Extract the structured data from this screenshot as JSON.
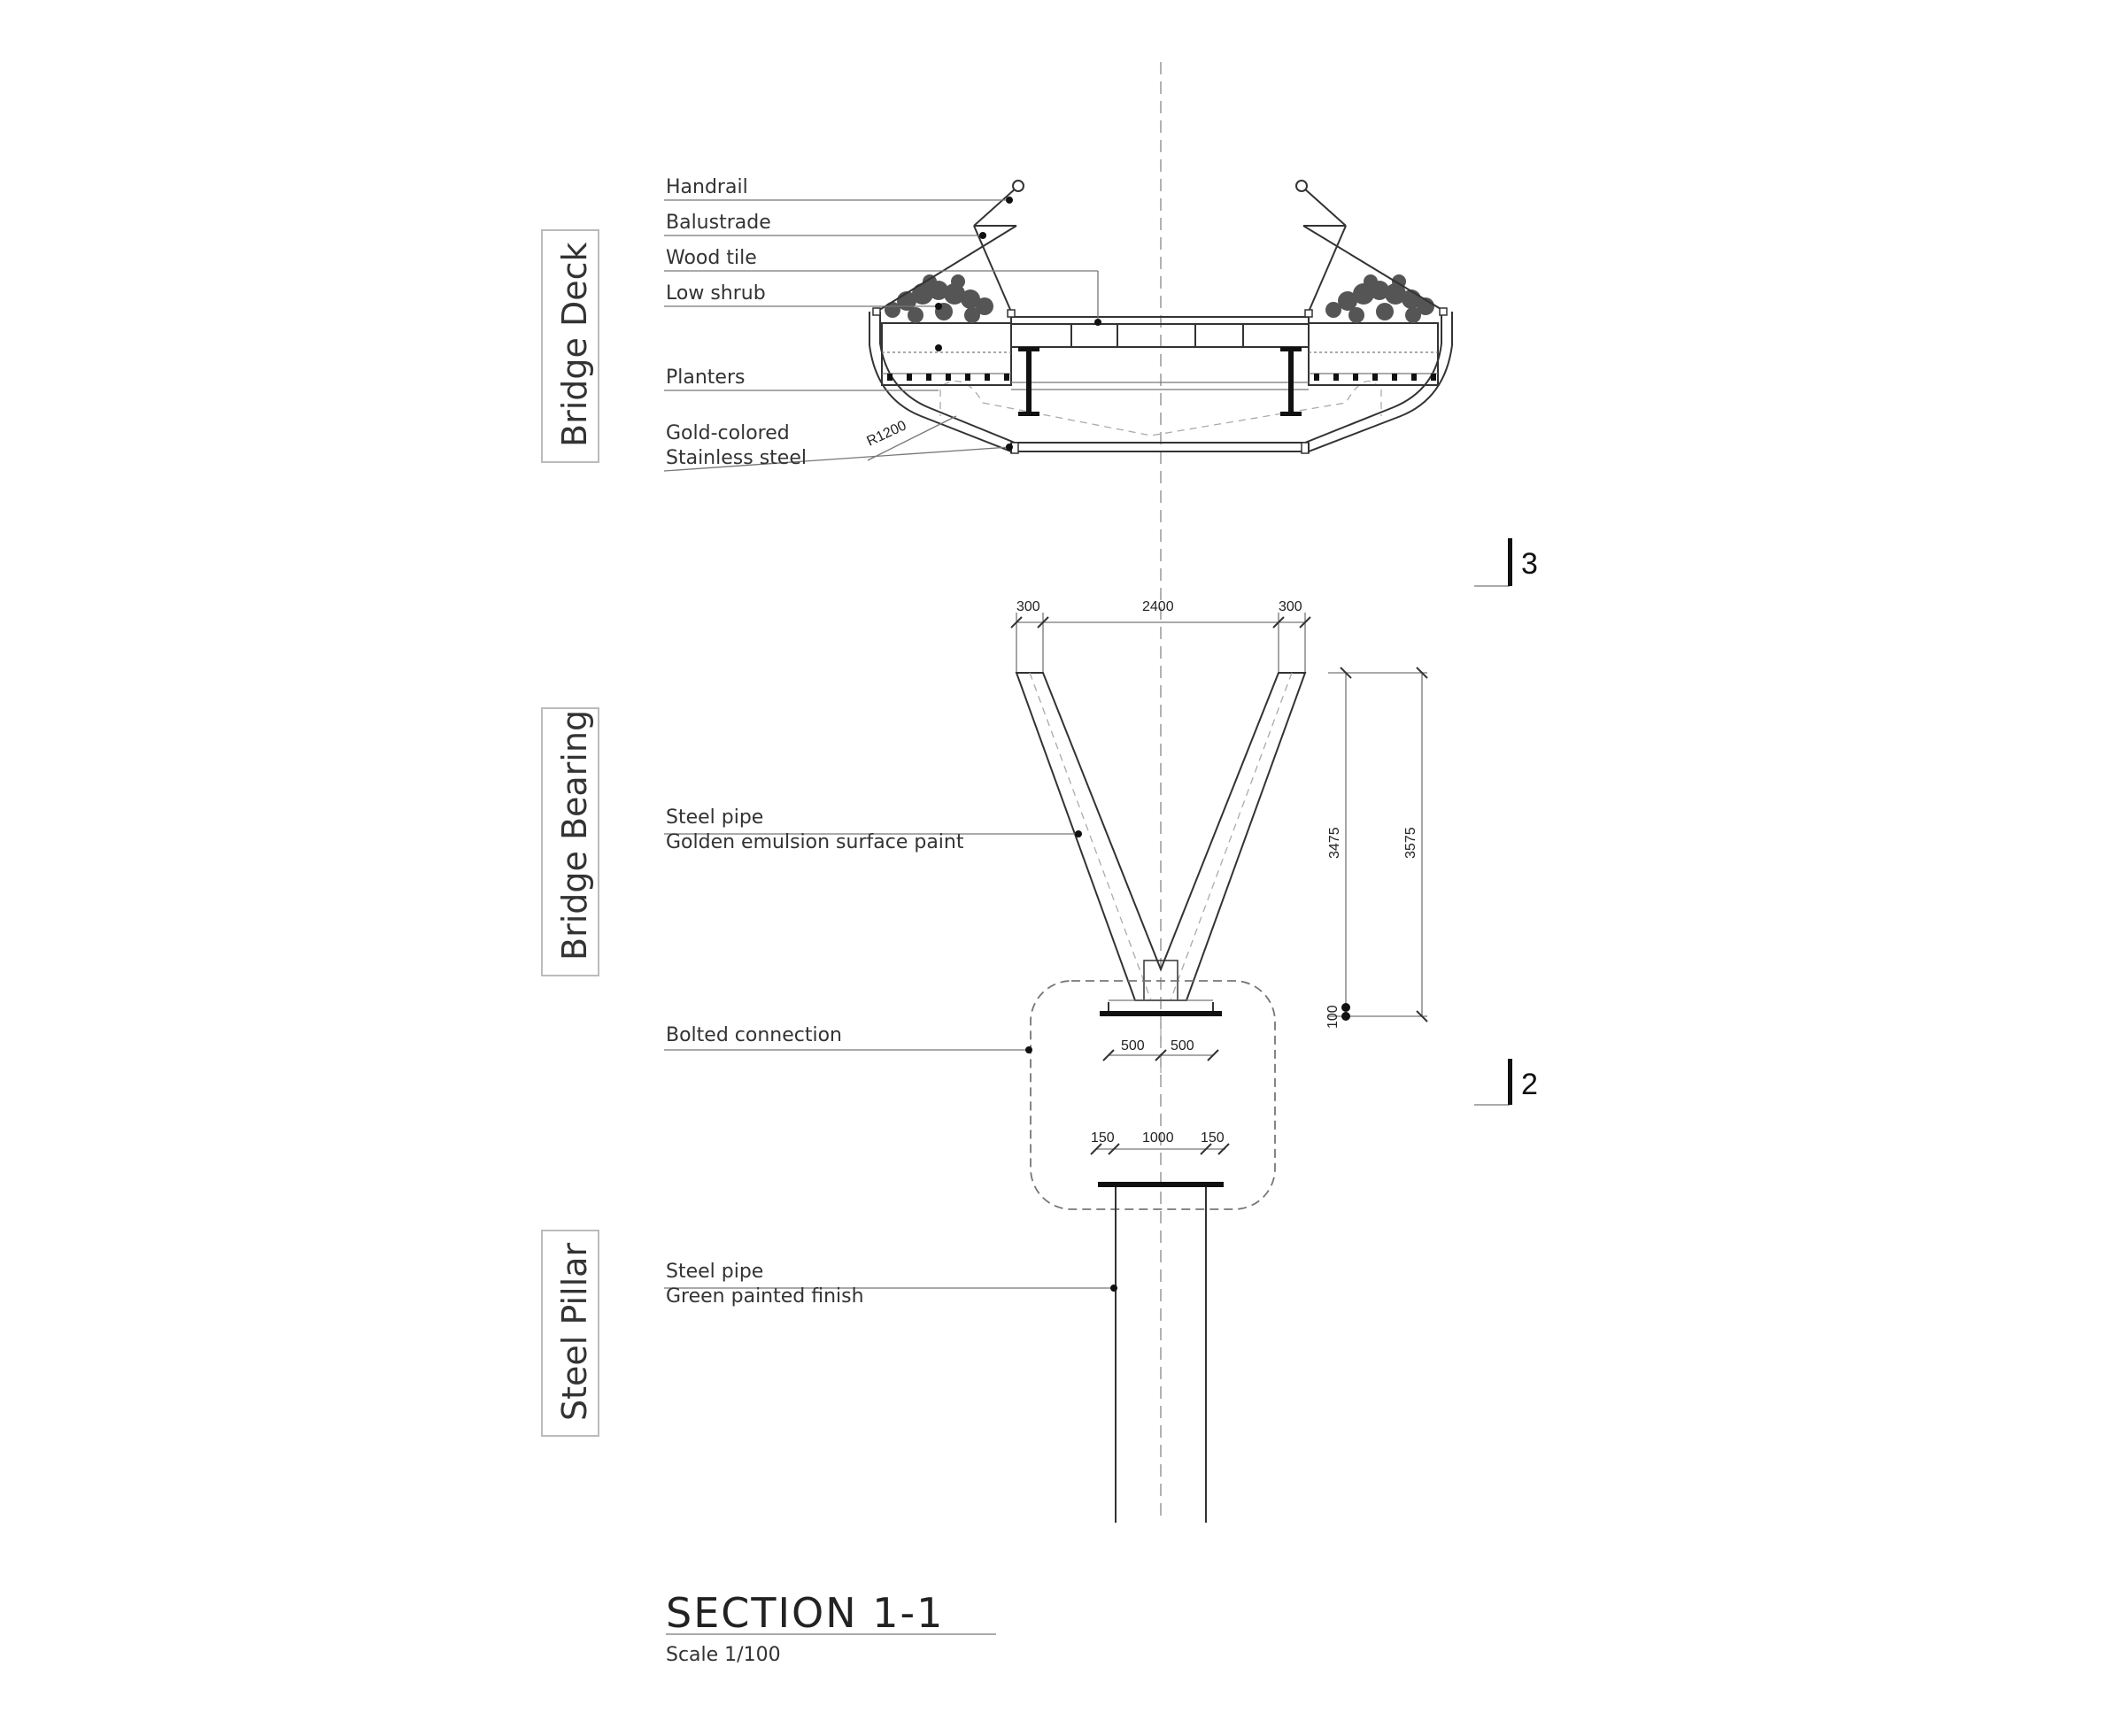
{
  "side_labels": {
    "deck": "Bridge Deck",
    "bearing": "Bridge Bearing",
    "pillar": "Steel Pillar"
  },
  "deck_callouts": [
    "Handrail",
    "Balustrade",
    "Wood tile",
    "Low shrub",
    "Planters",
    "Gold-colored",
    "Stainless steel"
  ],
  "radius_label": "R1200",
  "bearing_callouts": [
    "Steel pipe",
    "Golden emulsion surface paint",
    "Bolted connection"
  ],
  "pillar_callouts": [
    "Steel pipe",
    "Green painted finish"
  ],
  "dimensions": {
    "top_left": "300",
    "top_mid": "2400",
    "top_right": "300",
    "height_inner": "3475",
    "height_outer": "3575",
    "base_gap": "100",
    "plate_left": "500",
    "plate_right": "500",
    "flange_left": "150",
    "flange_mid": "1000",
    "flange_right": "150"
  },
  "section_marks": {
    "upper": "3",
    "lower": "2"
  },
  "title": "SECTION 1-1",
  "scale": "Scale 1/100",
  "colors": {
    "line": "#333333",
    "leader": "#777777",
    "centerline": "#999999",
    "foliage": "#555555"
  }
}
